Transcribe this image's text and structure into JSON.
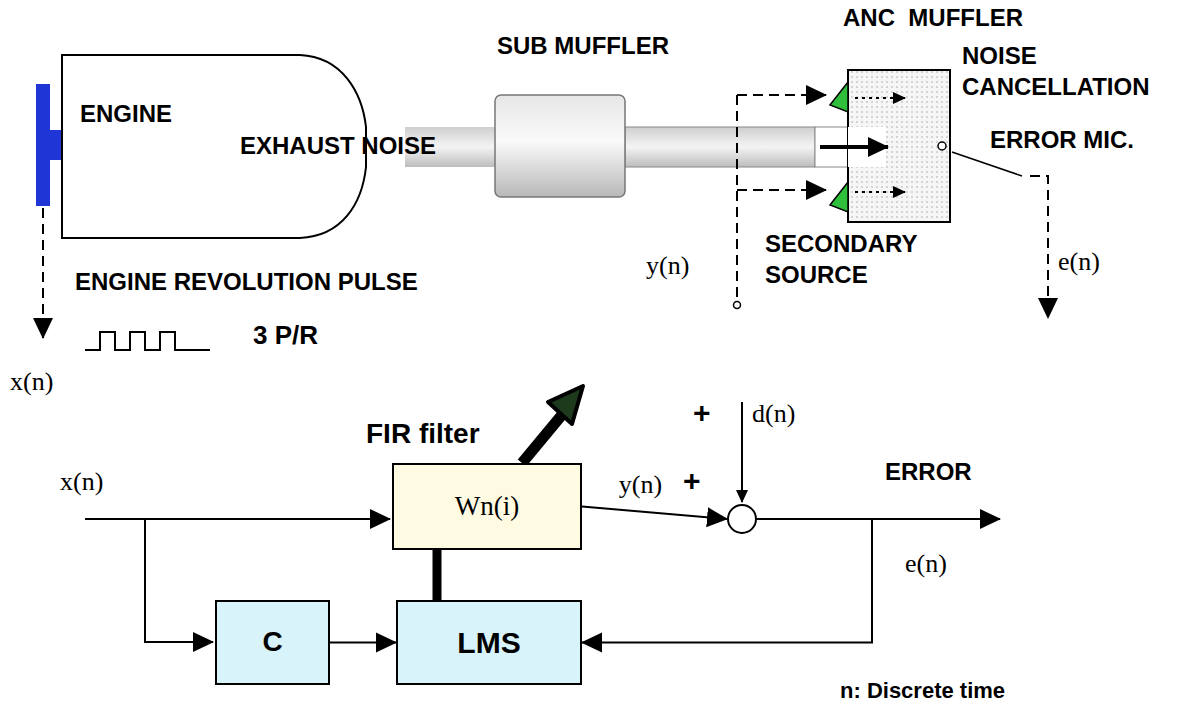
{
  "diagram": {
    "nodes": [
      {
        "text": [
          "FIR filter",
          "Wn(i)"
        ]
      },
      {
        "text": [
          "+",
          "+"
        ]
      },
      {
        "text": [
          "C"
        ]
      },
      {
        "text": [
          "LMS"
        ]
      }
    ],
    "edges": [
      {
        "from": 0,
        "to": 1,
        "label": "y(n)",
        "arrow": "to"
      },
      {
        "from": 1,
        "to": 3,
        "arrow": "to"
      },
      {
        "from": 2,
        "to": 3,
        "arrow": "to"
      },
      {
        "from": 3,
        "to": 0,
        "arrow": "none"
      }
    ],
    "labels": [
      "ENGINE",
      "EXHAUST NOISE",
      "SUB MUFFLER",
      "ANC  MUFFLER",
      "NOISE CANCELLATION",
      "ERROR MIC.",
      "SECONDARY SOURCE",
      "y(n)",
      "e(n)",
      "ENGINE REVOLUTION PULSE",
      "3 P/R",
      "x(n)",
      "x(n)",
      "d(n)",
      "ERROR",
      "e(n)",
      "n: Discrete time"
    ]
  }
}
